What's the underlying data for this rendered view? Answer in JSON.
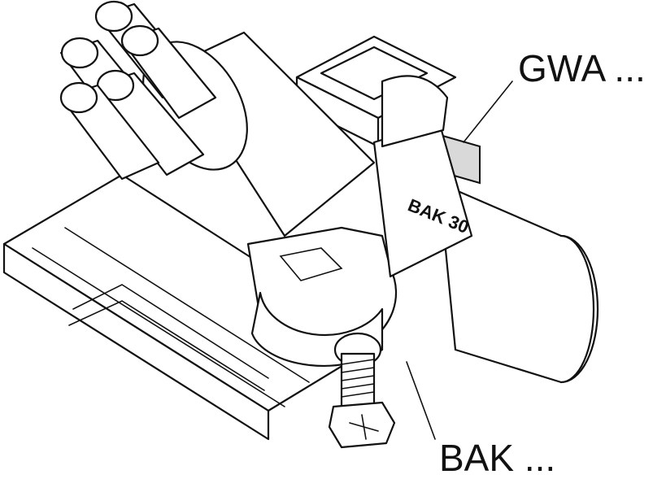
{
  "labels": {
    "rail_clamp": "GWA ...",
    "cable_clamp": "BAK ...",
    "clamp_marking": "BAK 30"
  }
}
